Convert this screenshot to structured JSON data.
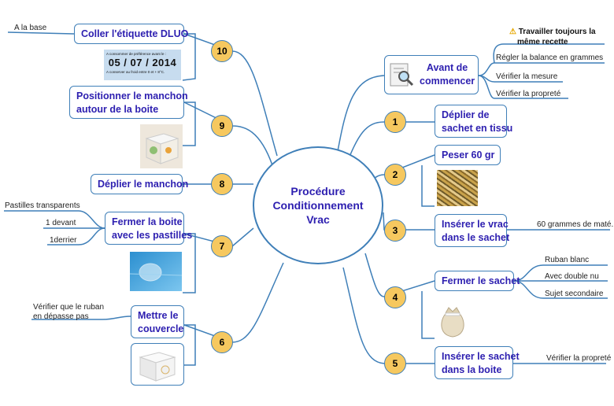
{
  "center": {
    "line1": "Procédure",
    "line2": "Conditionnement",
    "line3": "Vrac"
  },
  "steps": [
    {
      "num": "1",
      "line1": "Déplier de",
      "line2": "sachet en tissu"
    },
    {
      "num": "2",
      "line1": "Peser 60 gr"
    },
    {
      "num": "3",
      "line1": "Insérer le vrac",
      "line2": "dans le sachet",
      "leaf": "60 grammes de maté."
    },
    {
      "num": "4",
      "line1": "Fermer le sachet",
      "leaves": [
        "Ruban blanc",
        "Avec double nu",
        "Sujet secondaire"
      ]
    },
    {
      "num": "5",
      "line1": "Insérer le sachet",
      "line2": "dans la boite",
      "leaf": "Vérifier la propreté"
    },
    {
      "num": "6",
      "line1": "Mettre le",
      "line2": "couvercle",
      "leaf1": "Vérifier que le ruban",
      "leaf2": "en dépasse pas"
    },
    {
      "num": "7",
      "line1": "Fermer la boite",
      "line2": "avec les pastilles",
      "leaves": [
        "Pastilles transparents",
        "1 devant",
        "1derrier"
      ]
    },
    {
      "num": "8",
      "line1": "Déplier le manchon"
    },
    {
      "num": "9",
      "line1": "Positionner le manchon",
      "line2": "autour de la boite"
    },
    {
      "num": "10",
      "line1": "Coller l'étiquette DLUO",
      "leaf": "A la base",
      "label_top": "A consommer de préférence avant le :",
      "date": "05 / 07 / 2014",
      "label_bottom": "A conserver au froid entre 0 et + 8°C."
    }
  ],
  "before": {
    "line1": "Avant de",
    "line2": "commencer",
    "warning_icon": "warning-icon",
    "warning_line1": "Travailler toujours la",
    "warning_line2": "même recette",
    "leaves": [
      "Régler la balance en grammes",
      "Vérifier la mesure",
      "Vérifier la propreté"
    ]
  },
  "colors": {
    "line": "#3f7fb8",
    "text": "#2d1fb0",
    "badge": "#f6c85f"
  }
}
